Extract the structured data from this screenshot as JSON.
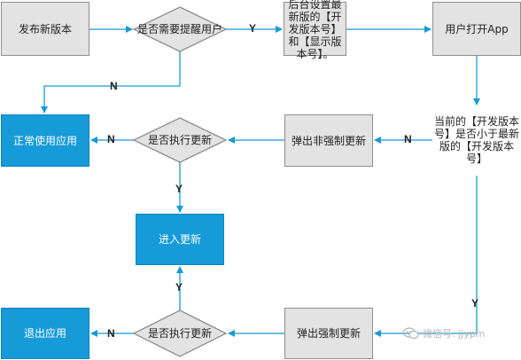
{
  "colors": {
    "connector": "#169ad8",
    "action_box": "#e3e3e3",
    "terminal_box": "#169ad8",
    "decision": "#e3e3e3"
  },
  "nodes": {
    "release": "发布新版本",
    "need_prompt": "是否需要提醒用户",
    "backend_set": "后台设置最新版的【开发版本号】和【显示版本号】。",
    "user_open": "用户打开App",
    "normal_use": "正常使用应用",
    "exec_update_top": "是否执行更新",
    "non_force_popup": "弹出非强制更新",
    "version_check": "当前的【开发版本号】是否小于最新版的【开发版本号】",
    "enter_update": "进入更新",
    "exit_app": "退出应用",
    "exec_update_bottom": "是否执行更新",
    "force_popup": "弹出强制更新"
  },
  "labels": {
    "y1": "Y",
    "n1": "N",
    "n2": "N",
    "n3": "N",
    "y2": "Y",
    "y3": "Y",
    "n4": "N",
    "y4": "Y"
  },
  "watermark": {
    "icon": "wechat-icon",
    "text": "微信号: jjypm"
  }
}
